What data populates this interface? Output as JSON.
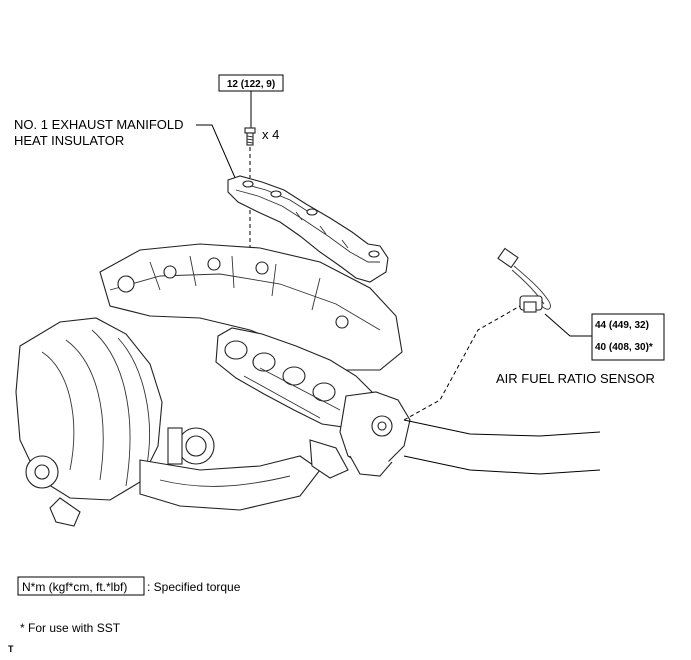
{
  "callouts": {
    "insulator_bolt_torque": "12 (122, 9)",
    "bolt_quantity": "x 4",
    "insulator_name_line1": "NO. 1 EXHAUST MANIFOLD",
    "insulator_name_line2": "HEAT INSULATOR",
    "sensor_torque_1": "44 (449, 32)",
    "sensor_torque_2": "40 (408, 30)*",
    "sensor_name": "AIR FUEL RATIO SENSOR"
  },
  "legend": {
    "torque_unit_box": "N*m (kgf*cm, ft.*lbf)",
    "torque_desc": ": Specified torque",
    "sst_note": "* For use with SST"
  },
  "footer": {
    "marker": "T"
  }
}
